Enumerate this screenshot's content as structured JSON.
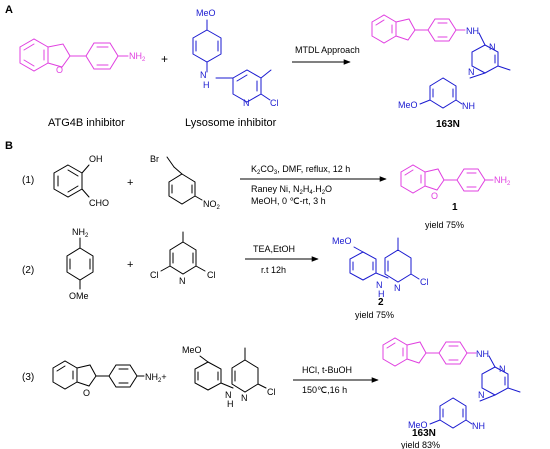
{
  "colors": {
    "pink": "#e040e0",
    "blue": "#1a1ad0",
    "black": "#000000"
  },
  "panel_a": {
    "label": "A",
    "arrow_label": "MTDL Approach",
    "plus": "+",
    "reactant1_caption": "ATG4B  inhibitor",
    "reactant2_caption": "Lysosome  inhibitor",
    "product_caption": "163N",
    "atoms": {
      "nh2": "NH",
      "nh2_sub": "2",
      "meo": "MeO",
      "hn": "H",
      "n": "N",
      "cl": "Cl",
      "o": "O",
      "nh": "NH"
    }
  },
  "panel_b": {
    "label": "B",
    "step1": {
      "num": "(1)",
      "cond1_parts": [
        "K",
        "2",
        "CO",
        "3",
        ", DMF, reflux, 12 h"
      ],
      "cond2_parts": [
        "Raney Ni, N",
        "2",
        "H",
        "4",
        ".H",
        "2",
        "O"
      ],
      "cond3": "MeOH, 0 ℃-rt, 3 h",
      "product_id": "1",
      "yield": "yield 75%",
      "atoms": {
        "oh": "OH",
        "cho": "CHO",
        "br": "Br",
        "no2": "NO",
        "no2_sub": "2",
        "plus": "+"
      }
    },
    "step2": {
      "num": "(2)",
      "cond1": "TEA,EtOH",
      "cond2": "r.t 12h",
      "product_id": "2",
      "yield": "yield 75%",
      "atoms": {
        "nh2": "NH",
        "nh2_sub": "2",
        "ome": "OMe",
        "plus": "+",
        "cl": "Cl"
      }
    },
    "step3": {
      "num": "(3)",
      "cond1": "HCl, t-BuOH",
      "cond2": "150℃,16 h",
      "product_id": "163N",
      "yield": "yield 83%",
      "atoms": {
        "nh2": "NH",
        "nh2_sub": "2",
        "plus": "+"
      }
    }
  }
}
